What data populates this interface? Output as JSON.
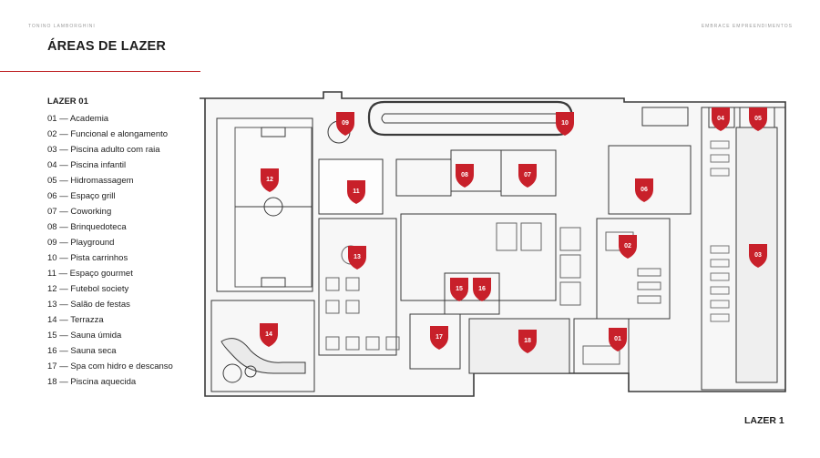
{
  "header": {
    "left_text": "TONINO LAMBORGHINI",
    "right_text": "EMBRACE EMPREENDIMENTOS",
    "title": "ÁREAS DE LAZER"
  },
  "legend": {
    "title": "LAZER 01",
    "items": [
      {
        "num": "01",
        "label": "Academia"
      },
      {
        "num": "02",
        "label": "Funcional e alongamento"
      },
      {
        "num": "03",
        "label": "Piscina adulto com raia"
      },
      {
        "num": "04",
        "label": "Piscina infantil"
      },
      {
        "num": "05",
        "label": "Hidromassagem"
      },
      {
        "num": "06",
        "label": "Espaço grill"
      },
      {
        "num": "07",
        "label": "Coworking"
      },
      {
        "num": "08",
        "label": "Brinquedoteca"
      },
      {
        "num": "09",
        "label": "Playground"
      },
      {
        "num": "10",
        "label": "Pista carrinhos"
      },
      {
        "num": "11",
        "label": "Espaço gourmet"
      },
      {
        "num": "12",
        "label": "Futebol society"
      },
      {
        "num": "13",
        "label": "Salão de festas"
      },
      {
        "num": "14",
        "label": "Terrazza"
      },
      {
        "num": "15",
        "label": "Sauna úmida"
      },
      {
        "num": "16",
        "label": "Sauna seca"
      },
      {
        "num": "17",
        "label": "Spa com hidro e descanso"
      },
      {
        "num": "18",
        "label": "Piscina aquecida"
      }
    ]
  },
  "plan": {
    "level_label": "LAZER 1",
    "badge_color": "#c8202a",
    "markers": [
      "12",
      "09",
      "10",
      "04",
      "05",
      "11",
      "08",
      "07",
      "06",
      "13",
      "02",
      "03",
      "15",
      "16",
      "14",
      "17",
      "18",
      "01"
    ]
  }
}
